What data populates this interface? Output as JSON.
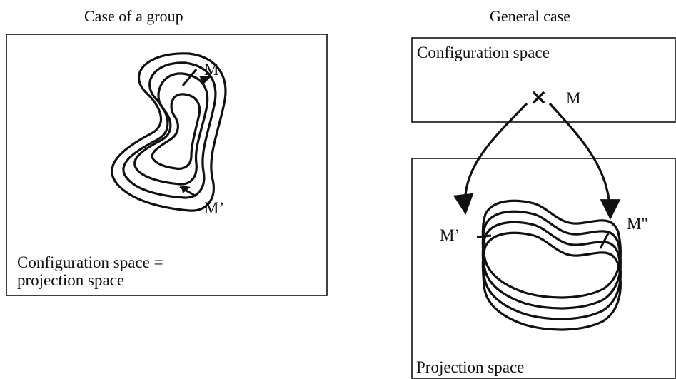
{
  "left_panel": {
    "title": "Case of a group",
    "point_label": "M",
    "point_label_prime": "M’",
    "caption_line1": "Configuration space =",
    "caption_line2": "projection space"
  },
  "right_panel": {
    "title": "General case",
    "config_label": "Configuration space",
    "point_marker": "×",
    "point_label": "M",
    "label_prime": "M’",
    "label_double_prime": "M\"",
    "projection_label": "Projection space"
  },
  "colors": {
    "stroke": "#111111",
    "background": "#ffffff"
  }
}
